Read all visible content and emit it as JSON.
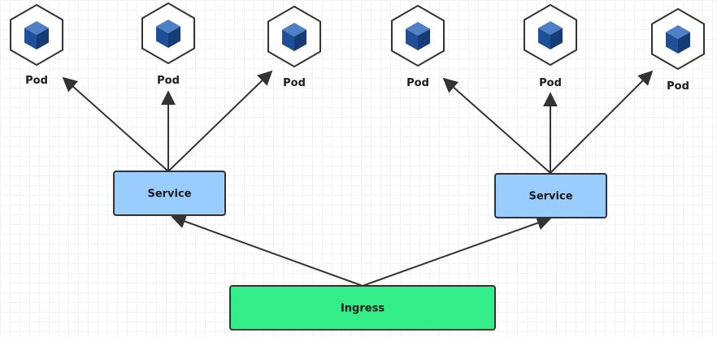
{
  "pods": [
    {
      "label": "Pod",
      "icon": "kubernetes-pod-cube-icon"
    },
    {
      "label": "Pod",
      "icon": "kubernetes-pod-cube-icon"
    },
    {
      "label": "Pod",
      "icon": "kubernetes-pod-cube-icon"
    },
    {
      "label": "Pod",
      "icon": "kubernetes-pod-cube-icon"
    },
    {
      "label": "Pod",
      "icon": "kubernetes-pod-cube-icon"
    },
    {
      "label": "Pod",
      "icon": "kubernetes-pod-cube-icon"
    }
  ],
  "services": [
    {
      "label": "Service"
    },
    {
      "label": "Service"
    }
  ],
  "ingress": {
    "label": "Ingress"
  },
  "colors": {
    "service_fill": "#99ccff",
    "ingress_fill": "#33ee88",
    "pod_cube": "#1f4f99",
    "arrow": "#333333"
  }
}
